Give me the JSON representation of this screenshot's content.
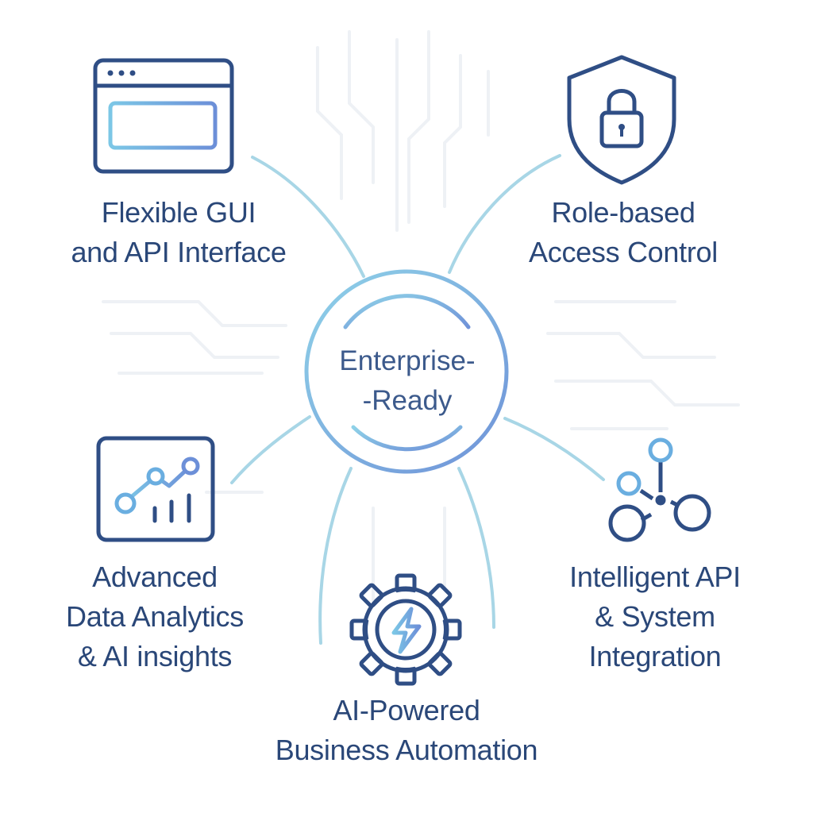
{
  "hub": {
    "lines": [
      "Enterprise-",
      "-Ready"
    ]
  },
  "features": [
    {
      "id": "gui",
      "icon": "browser-window-icon",
      "lines": [
        "Flexible GUI",
        "and API Interface"
      ]
    },
    {
      "id": "access",
      "icon": "shield-lock-icon",
      "lines": [
        "Role-based",
        "Access Control"
      ]
    },
    {
      "id": "analytics",
      "icon": "analytics-chart-icon",
      "lines": [
        "Advanced",
        "Data Analytics",
        "& AI insights"
      ]
    },
    {
      "id": "automation",
      "icon": "gear-lightning-icon",
      "lines": [
        "AI-Powered",
        "Business Automation"
      ]
    },
    {
      "id": "integration",
      "icon": "network-nodes-icon",
      "lines": [
        "Intelligent API",
        "& System",
        "Integration"
      ]
    }
  ],
  "colors": {
    "icon_stroke": "#2f4e85",
    "icon_accent": "#6aaee0",
    "connector": "#a8d6e6",
    "hub_ring": "#7fc0e0",
    "label_text": "#2a4778",
    "background_circuit": "#eef1f5"
  }
}
